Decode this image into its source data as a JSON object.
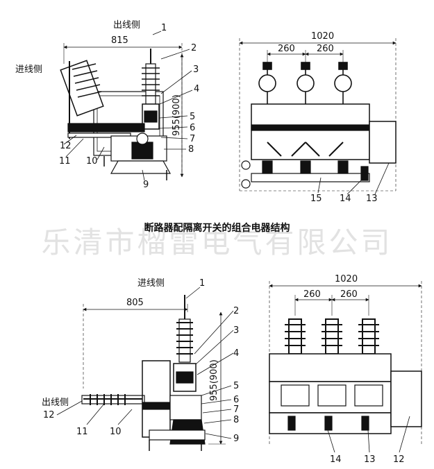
{
  "watermark": "乐清市榴雷电气有限公司",
  "caption": "断路器配隔离开关的组合电器结构",
  "top_side": {
    "outlet_label": "出线侧",
    "inlet_label": "进线侧",
    "width_dim": "815",
    "height_dim": "955(900)",
    "callouts": [
      "1",
      "2",
      "3",
      "4",
      "5",
      "6",
      "7",
      "8",
      "9",
      "10",
      "11",
      "12"
    ]
  },
  "top_front": {
    "width_dim": "1020",
    "pitch_dims": [
      "260",
      "260"
    ],
    "callouts": [
      "15",
      "14",
      "13"
    ]
  },
  "bottom_side": {
    "inlet_label": "进线侧",
    "outlet_label": "出线侧",
    "width_dim": "805",
    "height_dim": "955(900)",
    "callouts": [
      "1",
      "2",
      "3",
      "4",
      "5",
      "6",
      "7",
      "8",
      "9",
      "10",
      "11",
      "12"
    ]
  },
  "bottom_front": {
    "width_dim": "1020",
    "pitch_dims": [
      "260",
      "260"
    ],
    "callouts": [
      "14",
      "13",
      "12"
    ]
  }
}
